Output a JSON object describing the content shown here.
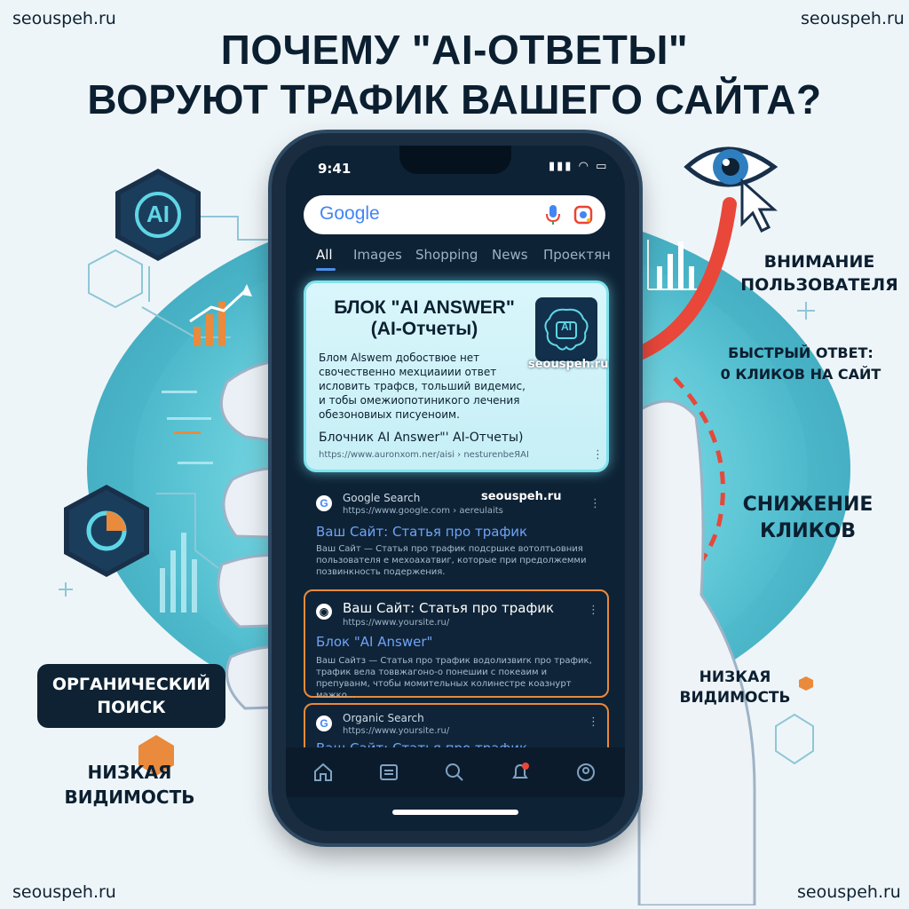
{
  "watermarks": {
    "top_left": "seouspeh.ru",
    "top_right": "seouspeh.ru",
    "bottom_left": "seouspeh.ru",
    "bottom_right": "seouspeh.ru",
    "over_ai_card": "seouspeh.ru",
    "over_results": "seouspeh.ru"
  },
  "headline": {
    "line1": "ПОЧЕМУ \"AI-ОТВЕТЫ\"",
    "line2": "ВОРУЮТ ТРАФИК ВАШЕГО САЙТА?"
  },
  "icons": {
    "ai_hex_text": "AI",
    "ai_chip_text": "AI"
  },
  "callouts": {
    "attention_line1": "ВНИМАНИЕ",
    "attention_line2": "ПОЛЬЗОВАТЕЛЯ",
    "quick_line1": "БЫСТРЫЙ ОТВЕТ:",
    "quick_line2": "0 КЛИКОВ НА САЙТ",
    "drop_line1": "СНИЖЕНИЕ",
    "drop_line2": "КЛИКОВ",
    "low_right_line1": "НИЗКАЯ",
    "low_right_line2": "ВИДИМОСТЬ",
    "organic_line1": "ОРГАНИЧЕСКИЙ",
    "organic_line2": "ПОИСК",
    "low_left_line1": "НИЗКАЯ",
    "low_left_line2": "ВИДИМОСТЬ"
  },
  "phone": {
    "status_time": "9:41",
    "search_logo": "Google",
    "tabs": [
      "All",
      "Images",
      "Shopping",
      "News",
      "Проектян"
    ],
    "ai_card": {
      "title_line1": "БЛОК \"AI ANSWER\"",
      "title_line2": "(AI-Отчеты)",
      "description": "Блом Alswem добоствюе нет свочественно мехциаиии ответ исловить трафсв, тольший видемис, и тобы омежиопотиникого лечения обезоновиых писуеноим.",
      "link": "Блочник AI Answer\"' AI-Отчеты)",
      "url": "https://www.auronxom.ner/aisi › nesturenbeЯAI"
    },
    "results": [
      {
        "site": "Google Search",
        "url": "https://www.google.com › aereulaits",
        "title": "Ваш Сайт: Статья про трафик",
        "desc": "Ваш Сайт — Статья про трафик подсршке вотолтьовния пользователя е мехоахатвиг, которые при предолжемми позвинкность подержения."
      },
      {
        "site": "Ваш Сайт: Статья про трафик",
        "url": "https://www.yoursite.ru/",
        "title": "Блок \"AI Answer\"",
        "desc": "Ваш Сайтз — Статья про трафик водолизвиrк про трафик, трафик вела товвжагоно-о понешии с покеаим и препуванм, чтобы момительных колинестре коазнурт мажко..."
      },
      {
        "site": "Organic Search",
        "url": "https://www.yoursite.ru/",
        "title": "Ваш Сайт: Статья про трафик",
        "desc": ""
      }
    ]
  },
  "colors": {
    "accent_blue": "#6fa3f5",
    "arrow_red": "#e8473a",
    "highlight_orange": "#e98a3c",
    "cyan": "#7fe3ee",
    "dark_navy": "#0e2233"
  }
}
